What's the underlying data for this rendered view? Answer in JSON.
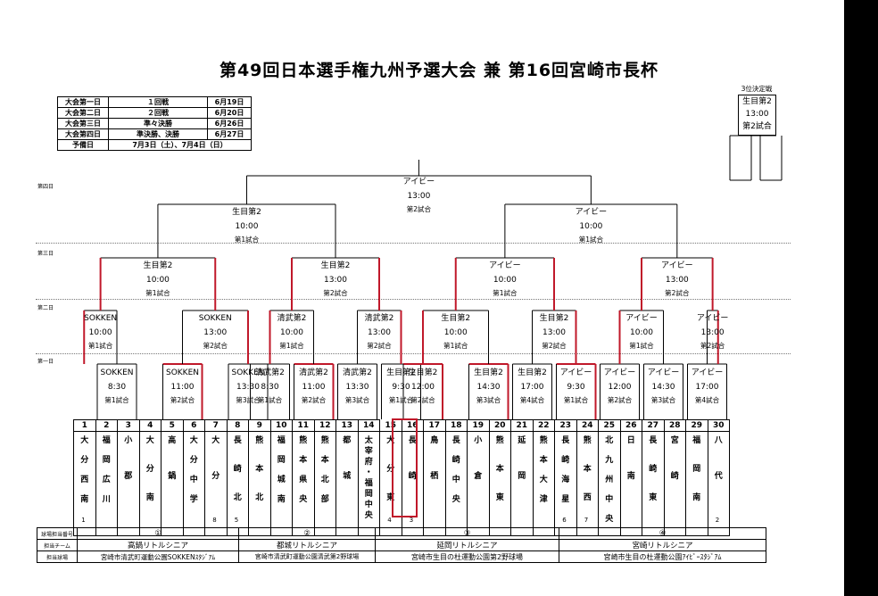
{
  "title": "第49回日本選手権九州予選大会 兼 第16回宮崎市長杯",
  "schedule": [
    [
      "大会第一日",
      "１回戦",
      "6月19日"
    ],
    [
      "大会第二日",
      "２回戦",
      "6月20日"
    ],
    [
      "大会第三日",
      "準々決勝",
      "6月26日"
    ],
    [
      "大会第四日",
      "準決勝、決勝",
      "6月27日"
    ],
    [
      "予備日",
      "7月3日（土）、7月4日（日）",
      ""
    ]
  ],
  "third_place": {
    "label": "3位決定戦",
    "venue": "生目第2",
    "time": "13:00",
    "game": "第2試合"
  },
  "days": [
    "第四日",
    "第三日",
    "第二日",
    "第一日"
  ],
  "final": {
    "venue": "アイビー",
    "time": "13:00",
    "game": "第2試合"
  },
  "semis": [
    {
      "venue": "生目第2",
      "time": "10:00",
      "game": "第1試合"
    },
    {
      "venue": "アイビー",
      "time": "10:00",
      "game": "第1試合"
    }
  ],
  "quarters": [
    {
      "venue": "生目第2",
      "time": "10:00",
      "game": "第1試合"
    },
    {
      "venue": "生目第2",
      "time": "13:00",
      "game": "第2試合"
    },
    {
      "venue": "アイビー",
      "time": "10:00",
      "game": "第1試合"
    },
    {
      "venue": "アイビー",
      "time": "13:00",
      "game": "第2試合"
    }
  ],
  "round2": [
    {
      "venue": "SOKKEN",
      "time": "10:00",
      "game": "第1試合"
    },
    {
      "venue": "SOKKEN",
      "time": "13:00",
      "game": "第2試合"
    },
    {
      "venue": "清武第2",
      "time": "10:00",
      "game": "第1試合"
    },
    {
      "venue": "清武第2",
      "time": "13:00",
      "game": "第2試合"
    },
    {
      "venue": "生目第2",
      "time": "10:00",
      "game": "第1試合"
    },
    {
      "venue": "生目第2",
      "time": "13:00",
      "game": "第2試合"
    },
    {
      "venue": "アイビー",
      "time": "10:00",
      "game": "第1試合"
    },
    {
      "venue": "アイビー",
      "time": "13:00",
      "game": "第2試合"
    }
  ],
  "round1": [
    {
      "venue": "SOKKEN",
      "time": "8:30",
      "game": "第1試合"
    },
    {
      "venue": "SOKKEN",
      "time": "11:00",
      "game": "第2試合"
    },
    {
      "venue": "SOKKEN",
      "time": "13:30",
      "game": "第3試合"
    },
    {
      "venue": "清武第2",
      "time": "8:30",
      "game": "第1試合"
    },
    {
      "venue": "清武第2",
      "time": "11:00",
      "game": "第2試合"
    },
    {
      "venue": "清武第2",
      "time": "13:30",
      "game": "第3試合"
    },
    {
      "venue": "生目第2",
      "time": "9:30",
      "game": "第1試合"
    },
    {
      "venue": "生目第2",
      "time": "12:00",
      "game": "第2試合"
    },
    {
      "venue": "生目第2",
      "time": "14:30",
      "game": "第3試合"
    },
    {
      "venue": "生目第2",
      "time": "17:00",
      "game": "第4試合"
    },
    {
      "venue": "アイビー",
      "time": "9:30",
      "game": "第1試合"
    },
    {
      "venue": "アイビー",
      "time": "12:00",
      "game": "第2試合"
    },
    {
      "venue": "アイビー",
      "time": "14:30",
      "game": "第3試合"
    },
    {
      "venue": "アイビー",
      "time": "17:00",
      "game": "第4試合"
    }
  ],
  "teams": [
    {
      "n": "1",
      "name": "大分西南"
    },
    {
      "n": "2",
      "name": "福岡広川"
    },
    {
      "n": "3",
      "name": "小郡"
    },
    {
      "n": "4",
      "name": "大分南"
    },
    {
      "n": "5",
      "name": "高鍋"
    },
    {
      "n": "6",
      "name": "大分中学"
    },
    {
      "n": "7",
      "name": "大分"
    },
    {
      "n": "8",
      "name": "長崎北"
    },
    {
      "n": "9",
      "name": "熊本北"
    },
    {
      "n": "10",
      "name": "福岡城南"
    },
    {
      "n": "11",
      "name": "熊本県央"
    },
    {
      "n": "12",
      "name": "熊本北部"
    },
    {
      "n": "13",
      "name": "都城"
    },
    {
      "n": "14",
      "name": "太宰府・福岡中央"
    },
    {
      "n": "15",
      "name": "大分東"
    },
    {
      "n": "16",
      "name": "長崎"
    },
    {
      "n": "17",
      "name": "鳥栖"
    },
    {
      "n": "18",
      "name": "長崎中央"
    },
    {
      "n": "19",
      "name": "小倉"
    },
    {
      "n": "20",
      "name": "熊本東"
    },
    {
      "n": "21",
      "name": "延岡"
    },
    {
      "n": "22",
      "name": "熊本大津"
    },
    {
      "n": "23",
      "name": "長崎海星"
    },
    {
      "n": "24",
      "name": "熊本西"
    },
    {
      "n": "25",
      "name": "北九州中央"
    },
    {
      "n": "26",
      "name": "日南"
    },
    {
      "n": "27",
      "name": "長崎東"
    },
    {
      "n": "28",
      "name": "宮崎"
    },
    {
      "n": "29",
      "name": "福岡南"
    },
    {
      "n": "30",
      "name": "八代"
    }
  ],
  "seeds": [
    {
      "col": 1,
      "v": "1"
    },
    {
      "col": 8,
      "v": "5"
    },
    {
      "col": 7,
      "v": "8"
    },
    {
      "col": 15,
      "v": "4"
    },
    {
      "col": 16,
      "v": "3"
    },
    {
      "col": 23,
      "v": "6"
    },
    {
      "col": 24,
      "v": "7"
    },
    {
      "col": 30,
      "v": "2"
    }
  ],
  "bottom": {
    "labels": [
      "球場担当番号",
      "担当チーム",
      "担当球場"
    ],
    "groups": [
      {
        "num": "①",
        "team": "高鍋リトルシニア",
        "field": "宮崎市清武町運動公園SOKKENｽﾀｼﾞｱﾑ"
      },
      {
        "num": "②",
        "team": "都城リトルシニア",
        "field": "宮崎市清武町運動公園清武第2野球場"
      },
      {
        "num": "③",
        "team": "延岡リトルシニア",
        "field": "宮崎市生目の杜運動公園第2野球場"
      },
      {
        "num": "④",
        "team": "宮崎リトルシニア",
        "field": "宮崎市生目の杜運動公園ｱｲﾋﾞｰｽﾀｼﾞｱﾑ"
      }
    ]
  },
  "colors": {
    "highlight": "#c0182a",
    "line": "#000000"
  }
}
